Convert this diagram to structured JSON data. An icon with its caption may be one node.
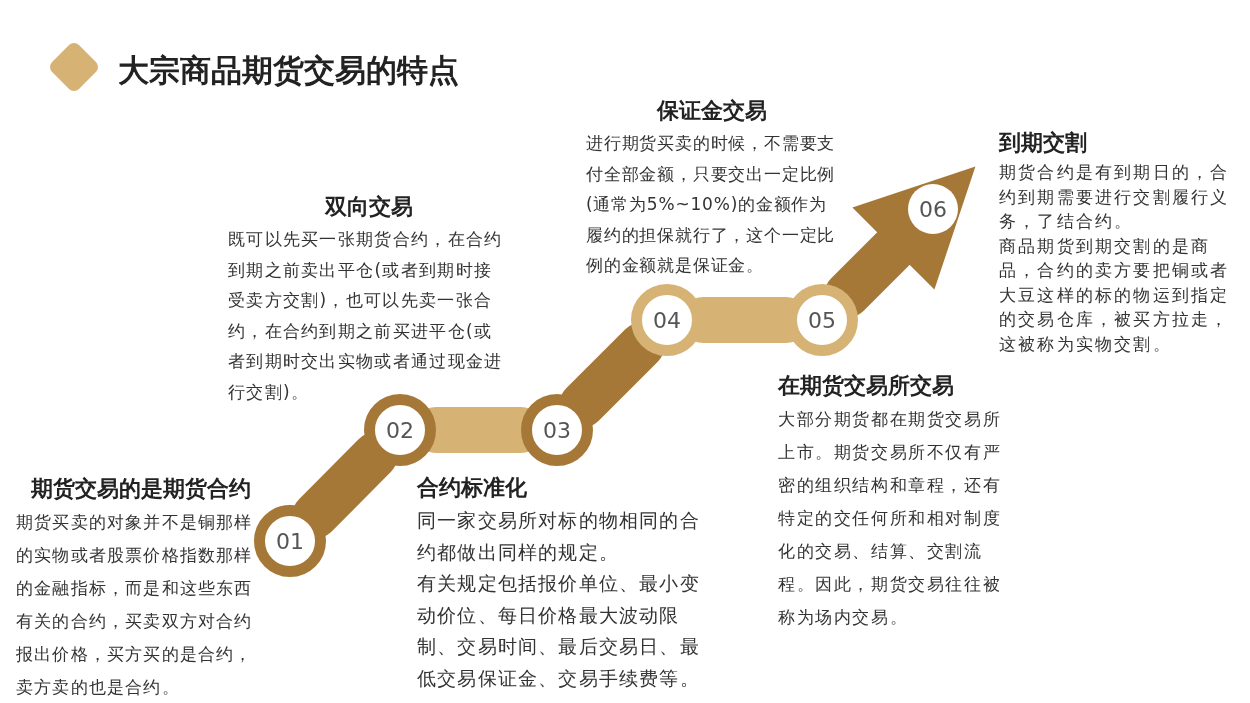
{
  "diagram": {
    "title": "大宗商品期货交易的特点",
    "nodes": [
      {
        "text": [
          "01"
        ],
        "beside": [
          "期货交易的是期货合约",
          "期货买卖的对象并不是铜那样的实物或者股票价格指数那样的金融指标，而是和这些东西有关的合约，买卖双方对合约报出价格，买方买的是合约，卖方卖的也是合约。"
        ]
      },
      {
        "text": [
          "02"
        ],
        "beside": [
          "双向交易",
          "既可以先买一张期货合约，在合约到期之前卖出平仓(或者到期时接受卖方交割)，也可以先卖一张合约，在合约到期之前买进平仓(或者到期时交出实物或者通过现金进行交割)。"
        ]
      },
      {
        "text": [
          "03"
        ],
        "beside": [
          "合约标准化",
          "同一家交易所对标的物相同的合约都做出同样的规定。",
          "有关规定包括报价单位、最小变动价位、每日价格最大波动限制、交易时间、最后交易日、最低交易保证金、交易手续费等。"
        ]
      },
      {
        "text": [
          "04"
        ],
        "beside": [
          "保证金交易",
          "进行期货买卖的时候，不需要支付全部金额，只要交出一定比例(通常为5%~10%)的金额作为履约的担保就行了，这个一定比例的金额就是保证金。"
        ]
      },
      {
        "text": [
          "05"
        ],
        "beside": [
          "在期货交易所交易",
          "大部分期货都在期货交易所上市。期货交易所不仅有严密的组织结构和章程，还有特定的交任何所和相对制度化的交易、结算、交割流程。因此，期货交易往往被称为场内交易。"
        ]
      },
      {
        "text": [
          "06"
        ],
        "beside": [
          "到期交割",
          "期货合约是有到期日的，合约到期需要进行交割履行义务，了结合约。",
          "商品期货到期交割的是商品，合约的卖方要把铜或者大豆这样的标的物运到指定的交易仓库，被买方拉走，这被称为实物交割。"
        ]
      }
    ],
    "edges": [
      {
        "from": 0,
        "to": 1,
        "arrow": "none"
      },
      {
        "from": 1,
        "to": 2,
        "arrow": "none",
        "color": "#d6b374"
      },
      {
        "from": 2,
        "to": 3,
        "arrow": "none"
      },
      {
        "from": 3,
        "to": 4,
        "arrow": "none",
        "color": "#d6b374"
      },
      {
        "from": 4,
        "to": 5,
        "arrow": "to"
      }
    ]
  }
}
